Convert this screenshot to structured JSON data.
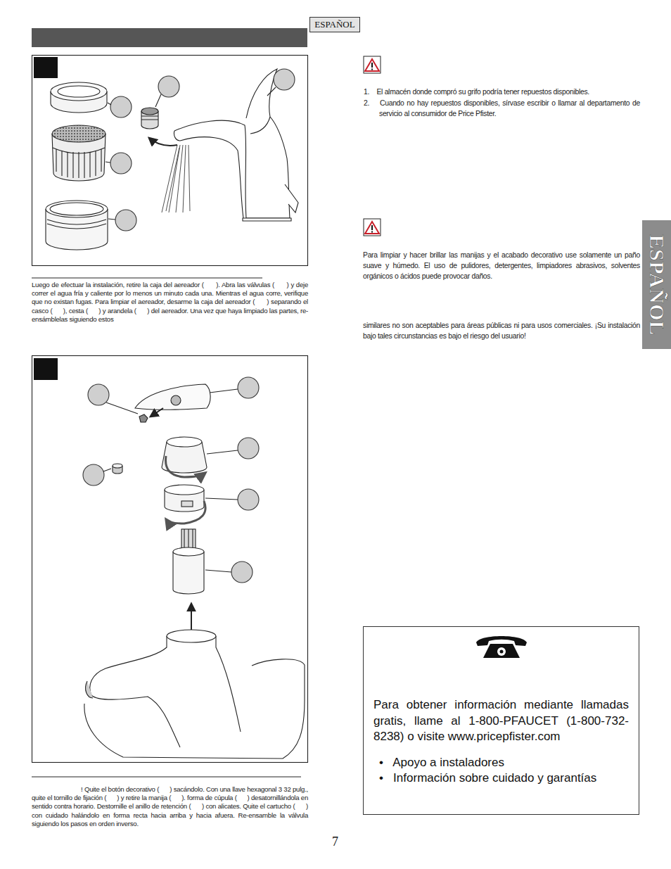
{
  "diagram": {
    "nodes": [
      {
        "text": [
          "ESPAÑOL"
        ]
      },
      {
        "text": [
          "ESPAÑOL"
        ]
      },
      {
        "text": [
          "Para obtener información mediante llamadas gratis, llame al 1-800-PFAUCET (1-800-732-8238) o visite www.pricepfister.com",
          "•   Apoyo a instaladores",
          "•   Información sobre cuidado y garantías"
        ]
      }
    ],
    "labels": [
      "Luego de efectuar la instalación, retire la caja del aereador (      ). Abra las válvulas (      ) y deje correr el agua fría y caliente por lo menos un minuto cada una. Mientras el agua corre, verifique que no existan fugas. Para limpiar el aereador, desarme la caja del aereador (      ) separando el casco (      ), cesta (      ) y arandela (      ) del aereador. Una vez que haya limpiado las partes, re-ensámblelas siguiendo estos",
      "! Quite el botón decorativo (      ) sacándolo. Con una llave hexagonal 3 32 pulg., quite el tornillo de fijación (      ) y retire la manija (      ). forma de cúpula (      ) desatornillándola en sentido contra horario. Destornille el anillo de retención (      ) con alicates. Quite el cartucho (      ) con cuidado halándolo en forma recta hacia arriba y hacia afuera. Re-ensamble la válvula siguiendo los pasos en orden inverso.",
      "1.    El almacén donde compró su grifo podría tener repuestos disponibles.",
      "2.    Cuando no hay repuestos disponibles, sírvase escribir o llamar al departamento de servicio al consumidor de Price Pfister.",
      "Para limpiar y hacer brillar las manijas y el acabado decorativo use solamente un paño suave y húmedo. El uso de pulidores, detergentes, limpiadores abrasivos, solventes orgánicos o ácidos puede provocar daños.",
      "similares no son aceptables para áreas públicas ni para usos comerciales. ¡Su instalación bajo tales circunstancias es bajo el riesgo del usuario!",
      "7"
    ]
  }
}
